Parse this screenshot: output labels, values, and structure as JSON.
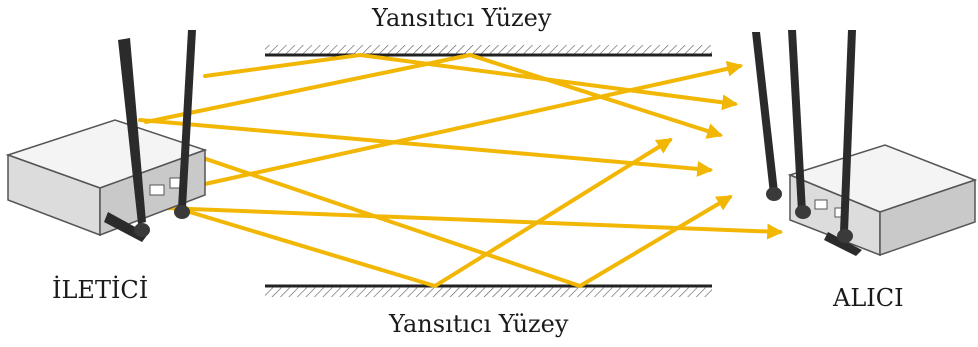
{
  "labels": {
    "top_surface": "Yansıtıcı Yüzey",
    "bottom_surface": "Yansıtıcı Yüzey",
    "transmitter": "İLETİCİ",
    "receiver": "ALICI"
  },
  "colors": {
    "signal": "#f2b705",
    "device_body": "#e6e6e6",
    "device_edge": "#555555",
    "antenna": "#2b2b2b",
    "surface": "#333333"
  }
}
